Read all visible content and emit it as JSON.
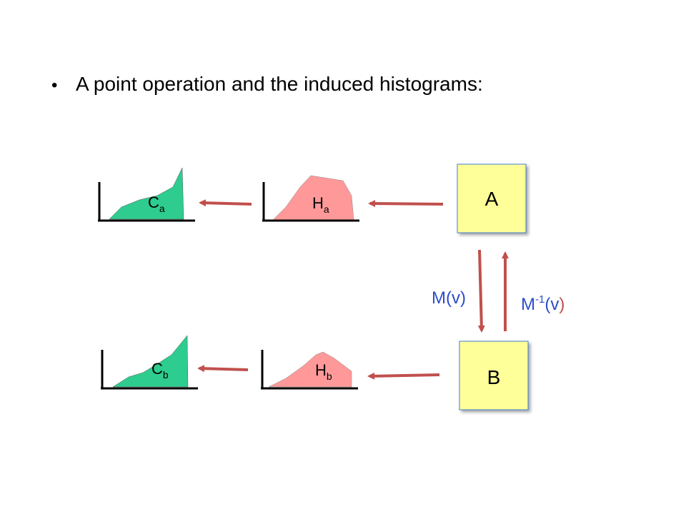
{
  "slide": {
    "bullet": "•",
    "heading": "A point operation and the induced histograms:"
  },
  "images": {
    "a_label": "A",
    "b_label": "B",
    "box_fill": "#ffff99",
    "box_stroke": "#3f7fcf"
  },
  "mapping": {
    "forward": "M(v)",
    "inverse_base": "M",
    "inverse_exp": "-1",
    "inverse_open": "(v",
    "inverse_close": ")",
    "forward_color": "#2b4dc8",
    "inverse_close_color": "#c0504d"
  },
  "histograms": {
    "ha": {
      "letter": "H",
      "sub": "a",
      "fill": "#ff9999"
    },
    "hb": {
      "letter": "H",
      "sub": "b",
      "fill": "#ff9999"
    }
  },
  "cumulative": {
    "ca": {
      "letter": "C",
      "sub": "a",
      "fill": "#2ecc8f"
    },
    "cb": {
      "letter": "C",
      "sub": "b",
      "fill": "#2ecc8f"
    }
  },
  "arrow_color": "#c0504d"
}
